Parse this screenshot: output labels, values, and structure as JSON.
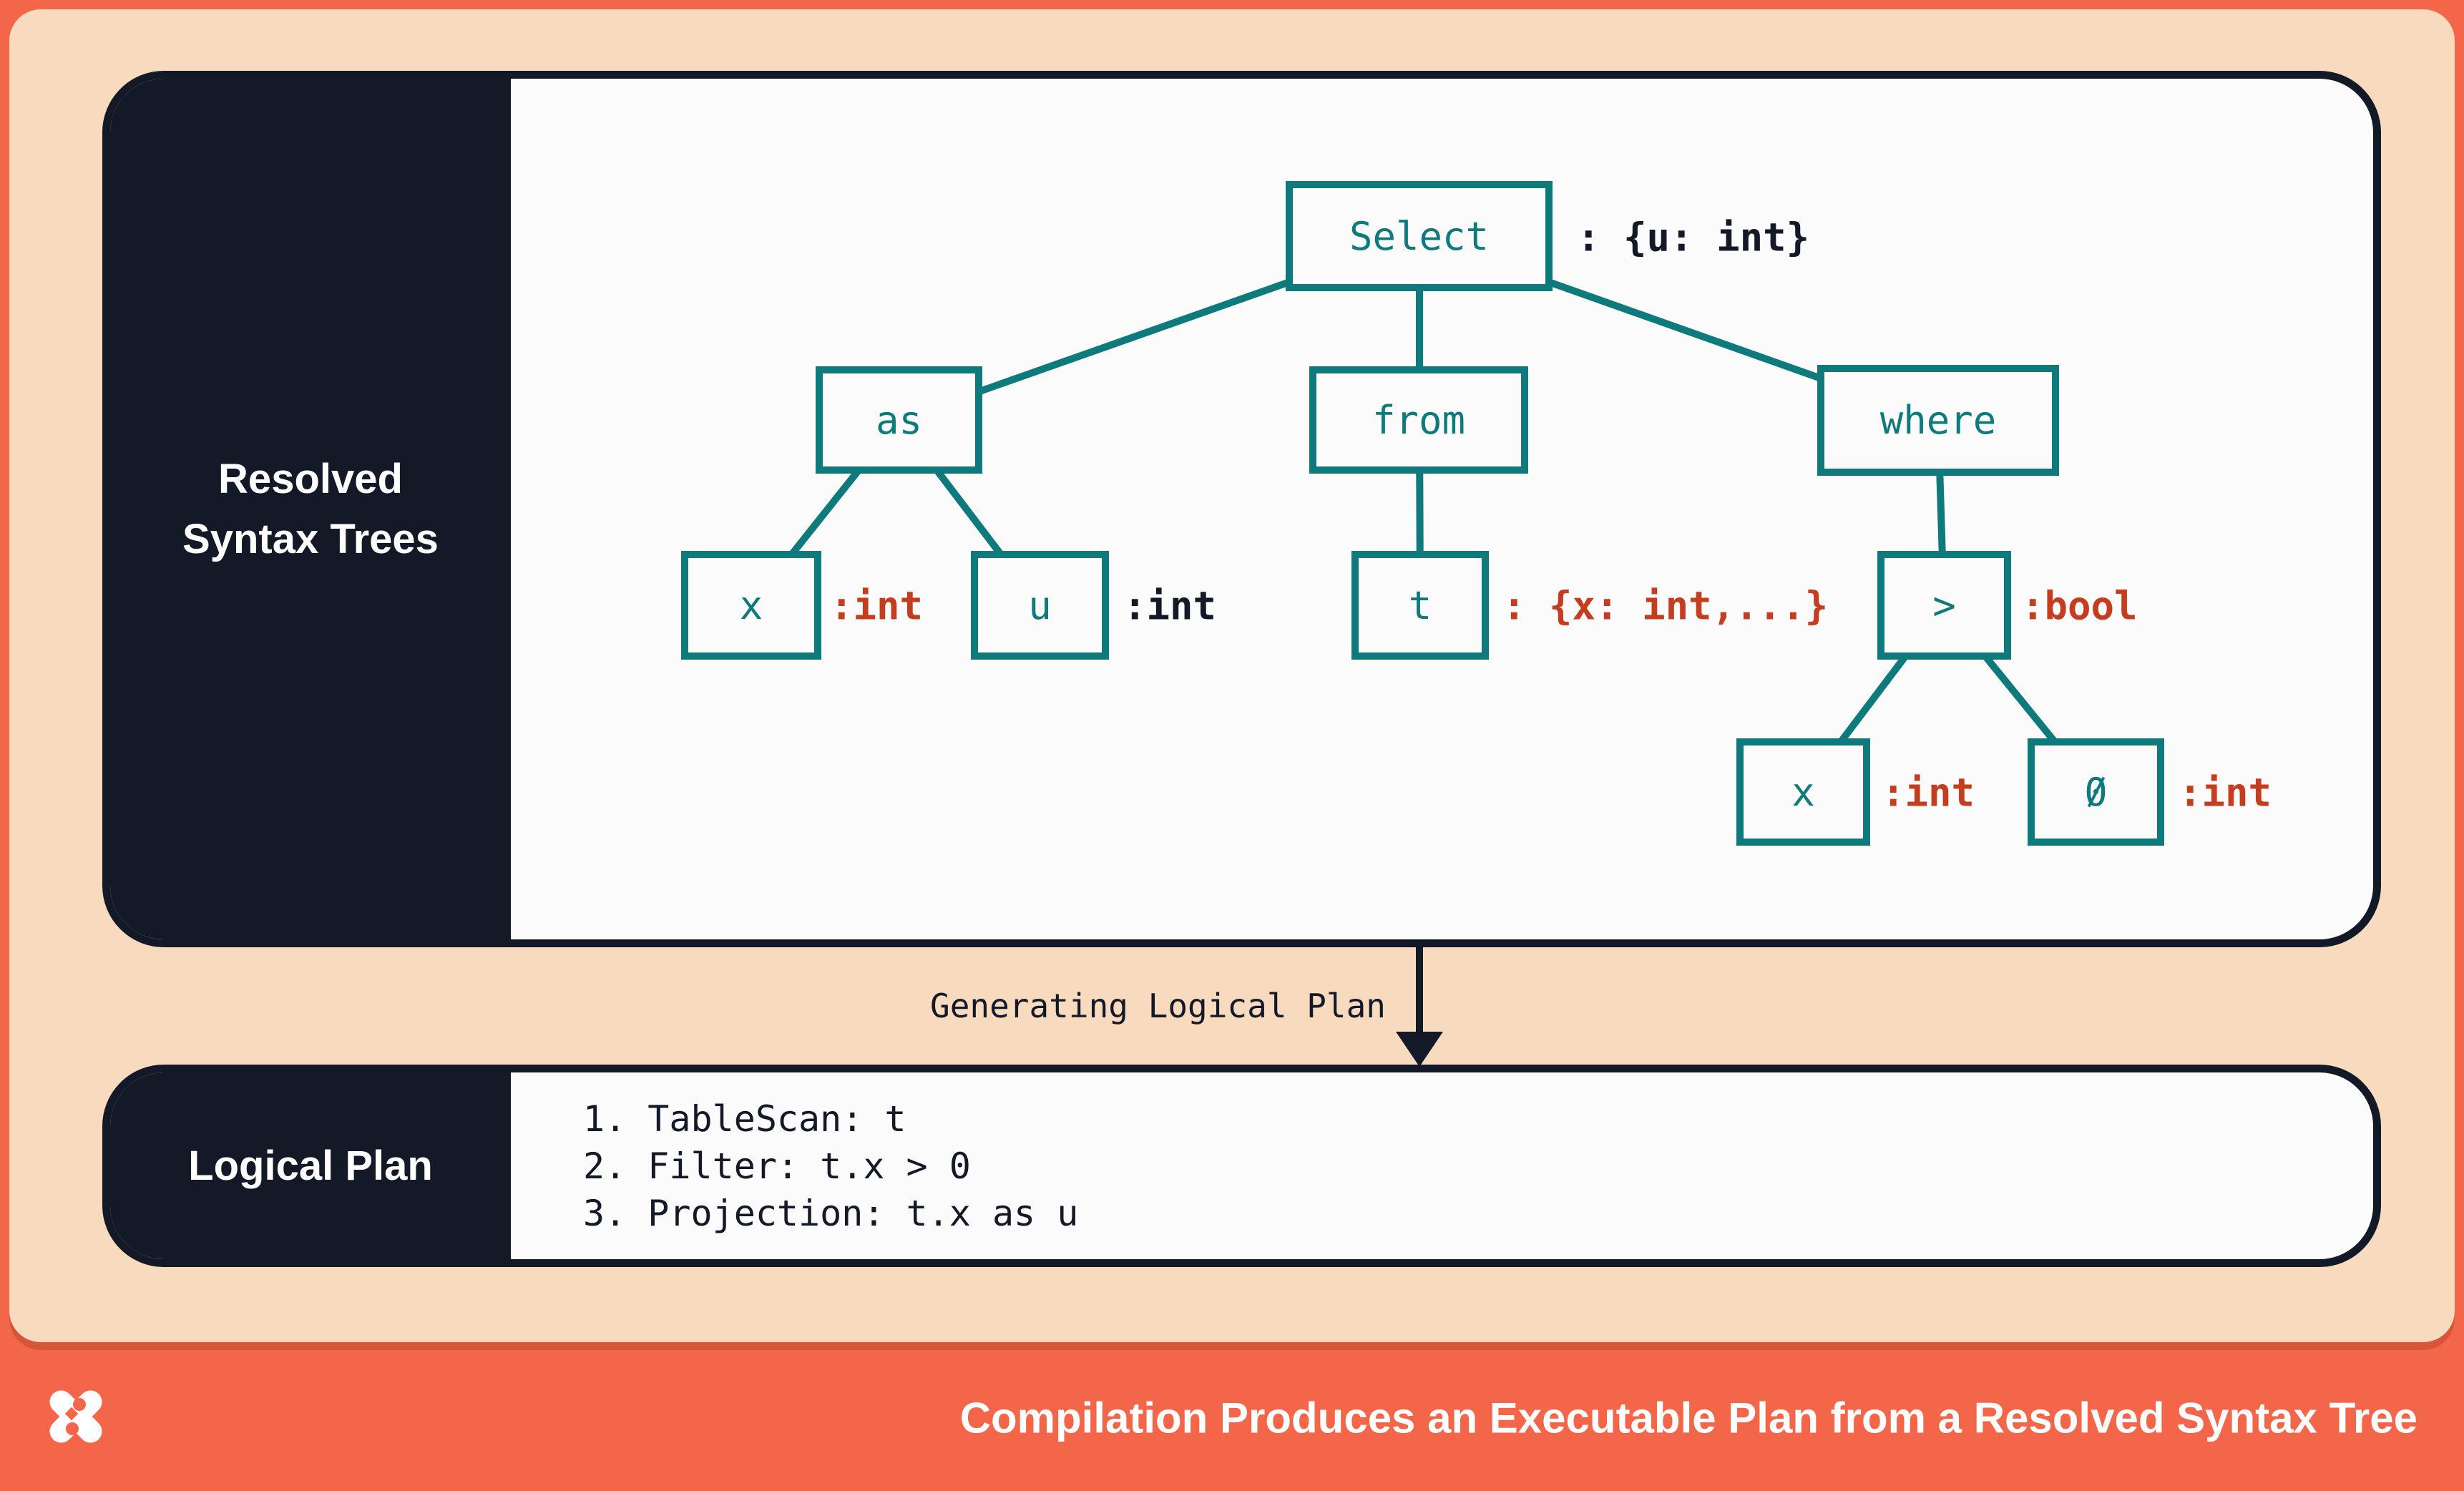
{
  "colors": {
    "accent_orange": "#f4664a",
    "peach_background": "#f8dabf",
    "navy": "#141928",
    "teal_node": "#0f7a7c",
    "rust_annotation": "#c43d1f",
    "panel_white": "#fbfbfb"
  },
  "resolved_panel": {
    "label_line1": "Resolved",
    "label_line2": "Syntax Trees"
  },
  "tree": {
    "nodes": [
      {
        "id": "select",
        "label": "Select",
        "annotation": ": {u: int}"
      },
      {
        "id": "as",
        "label": "as"
      },
      {
        "id": "from",
        "label": "from"
      },
      {
        "id": "where",
        "label": "where"
      },
      {
        "id": "x-alias",
        "label": "x",
        "annotation": ":int"
      },
      {
        "id": "u-alias",
        "label": "u",
        "annotation": ":int"
      },
      {
        "id": "t-table",
        "label": "t",
        "annotation": ": {x: int,...}"
      },
      {
        "id": "greater-than",
        "label": ">",
        "annotation": ":bool"
      },
      {
        "id": "x-operand",
        "label": "x",
        "annotation": ":int"
      },
      {
        "id": "zero-operand",
        "label": "0",
        "annotation": ":int"
      }
    ]
  },
  "transition": {
    "label": "Generating Logical Plan"
  },
  "logical_plan_panel": {
    "label": "Logical Plan",
    "steps": [
      "1. TableScan: t",
      "2. Filter: t.x > 0",
      "3. Projection: t.x as u"
    ]
  },
  "footer": {
    "logo": "pinwheel-x-logo",
    "title": "Compilation Produces an Executable Plan from a Resolved Syntax Tree"
  }
}
